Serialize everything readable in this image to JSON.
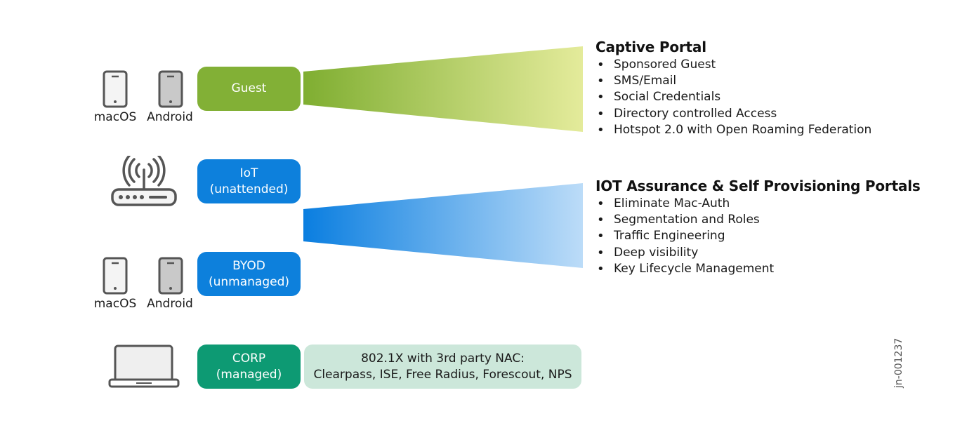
{
  "rows": {
    "guest": {
      "devices": [
        {
          "name": "macOS",
          "icon": "phone-icon"
        },
        {
          "name": "Android",
          "icon": "phone-icon"
        }
      ],
      "pill": [
        "Guest"
      ],
      "color": "#82b036"
    },
    "iot": {
      "devices": [
        {
          "name": "",
          "icon": "wifi-router-icon"
        }
      ],
      "pill": [
        "IoT",
        "(unattended)"
      ],
      "color": "#0d80dc"
    },
    "byod": {
      "devices": [
        {
          "name": "macOS",
          "icon": "phone-icon"
        },
        {
          "name": "Android",
          "icon": "phone-icon"
        }
      ],
      "pill": [
        "BYOD",
        "(unmanaged)"
      ],
      "color": "#0d80dc"
    },
    "corp": {
      "devices": [
        {
          "name": "",
          "icon": "laptop-icon"
        }
      ],
      "pill": [
        "CORP",
        "(managed)"
      ],
      "color": "#0d9a73",
      "nac": [
        "802.1X with 3rd party NAC:",
        "Clearpass, ISE, Free Radius, Forescout, NPS"
      ]
    }
  },
  "panels": {
    "captive": {
      "title": "Captive Portal",
      "items": [
        "Sponsored Guest",
        "SMS/Email",
        "Social Credentials",
        "Directory controlled Access",
        "Hotspot 2.0 with Open Roaming Federation"
      ]
    },
    "iot": {
      "title": "IOT Assurance & Self Provisioning Portals",
      "items": [
        "Eliminate Mac-Auth",
        "Segmentation and Roles",
        "Traffic Engineering",
        "Deep visibility",
        "Key Lifecycle Management"
      ]
    }
  },
  "wedges": {
    "green": {
      "from": "#7fae31",
      "to": "#e4eb9b"
    },
    "blue": {
      "from": "#0a7ee0",
      "to": "#bcdcf8"
    }
  },
  "figure_id": "jn-001237"
}
